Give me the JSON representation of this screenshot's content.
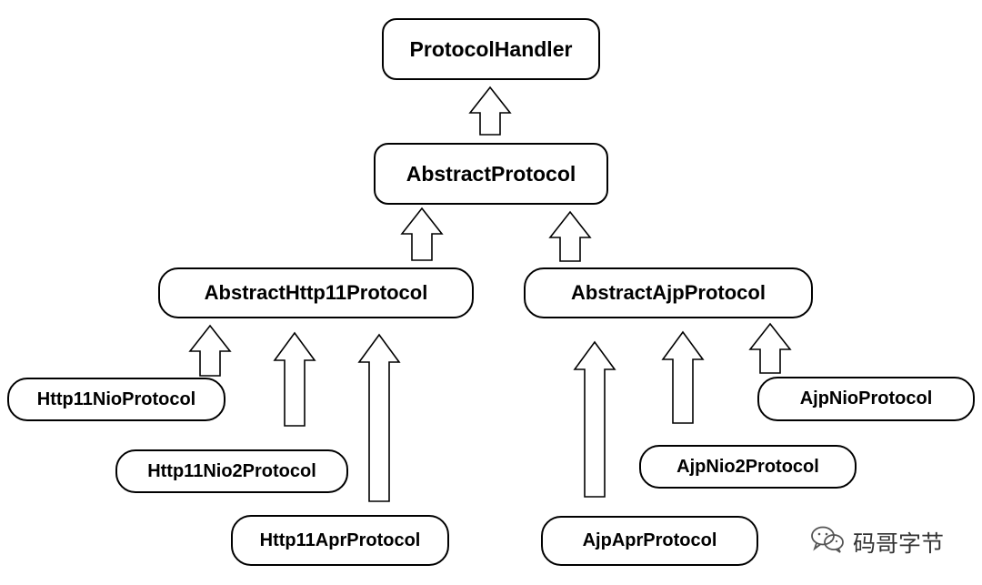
{
  "diagram": {
    "nodes": {
      "protocol_handler": "ProtocolHandler",
      "abstract_protocol": "AbstractProtocol",
      "abstract_http11_protocol": "AbstractHttp11Protocol",
      "abstract_ajp_protocol": "AbstractAjpProtocol",
      "http11_nio_protocol": "Http11NioProtocol",
      "http11_nio2_protocol": "Http11Nio2Protocol",
      "http11_apr_protocol": "Http11AprProtocol",
      "ajp_nio_protocol": "AjpNioProtocol",
      "ajp_nio2_protocol": "AjpNio2Protocol",
      "ajp_apr_protocol": "AjpAprProtocol"
    },
    "edges": [
      {
        "from": "abstract_protocol",
        "to": "protocol_handler"
      },
      {
        "from": "abstract_http11_protocol",
        "to": "abstract_protocol"
      },
      {
        "from": "abstract_ajp_protocol",
        "to": "abstract_protocol"
      },
      {
        "from": "http11_nio_protocol",
        "to": "abstract_http11_protocol"
      },
      {
        "from": "http11_nio2_protocol",
        "to": "abstract_http11_protocol"
      },
      {
        "from": "http11_apr_protocol",
        "to": "abstract_http11_protocol"
      },
      {
        "from": "ajp_apr_protocol",
        "to": "abstract_ajp_protocol"
      },
      {
        "from": "ajp_nio2_protocol",
        "to": "abstract_ajp_protocol"
      },
      {
        "from": "ajp_nio_protocol",
        "to": "abstract_ajp_protocol"
      }
    ],
    "arrow_style": "hollow-block-arrow-up"
  },
  "watermark": {
    "icon": "wechat-icon",
    "text": "码哥字节"
  }
}
